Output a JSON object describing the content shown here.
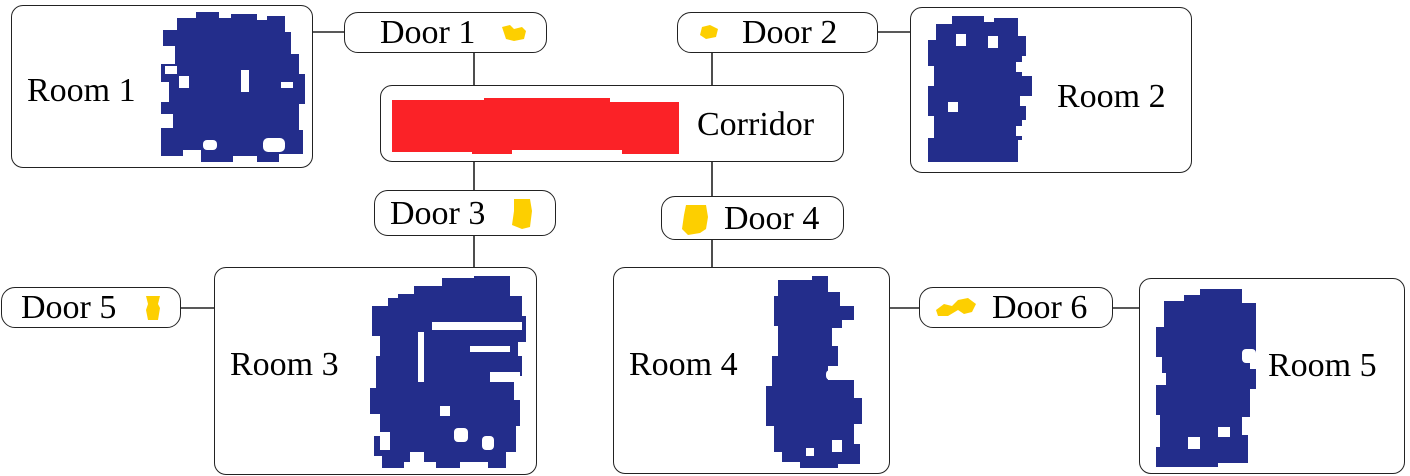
{
  "rooms": {
    "room1": {
      "label": "Room 1"
    },
    "room2": {
      "label": "Room 2"
    },
    "room3": {
      "label": "Room 3"
    },
    "room4": {
      "label": "Room 4"
    },
    "room5": {
      "label": "Room 5"
    }
  },
  "corridor": {
    "label": "Corridor"
  },
  "doors": {
    "door1": {
      "label": "Door 1"
    },
    "door2": {
      "label": "Door 2"
    },
    "door3": {
      "label": "Door 3"
    },
    "door4": {
      "label": "Door 4"
    },
    "door5": {
      "label": "Door 5"
    },
    "door6": {
      "label": "Door 6"
    }
  },
  "colors": {
    "room_fill": "#232d8b",
    "corridor_fill": "#fb2227",
    "door_fill": "#fdcf00",
    "border": "#222222"
  }
}
